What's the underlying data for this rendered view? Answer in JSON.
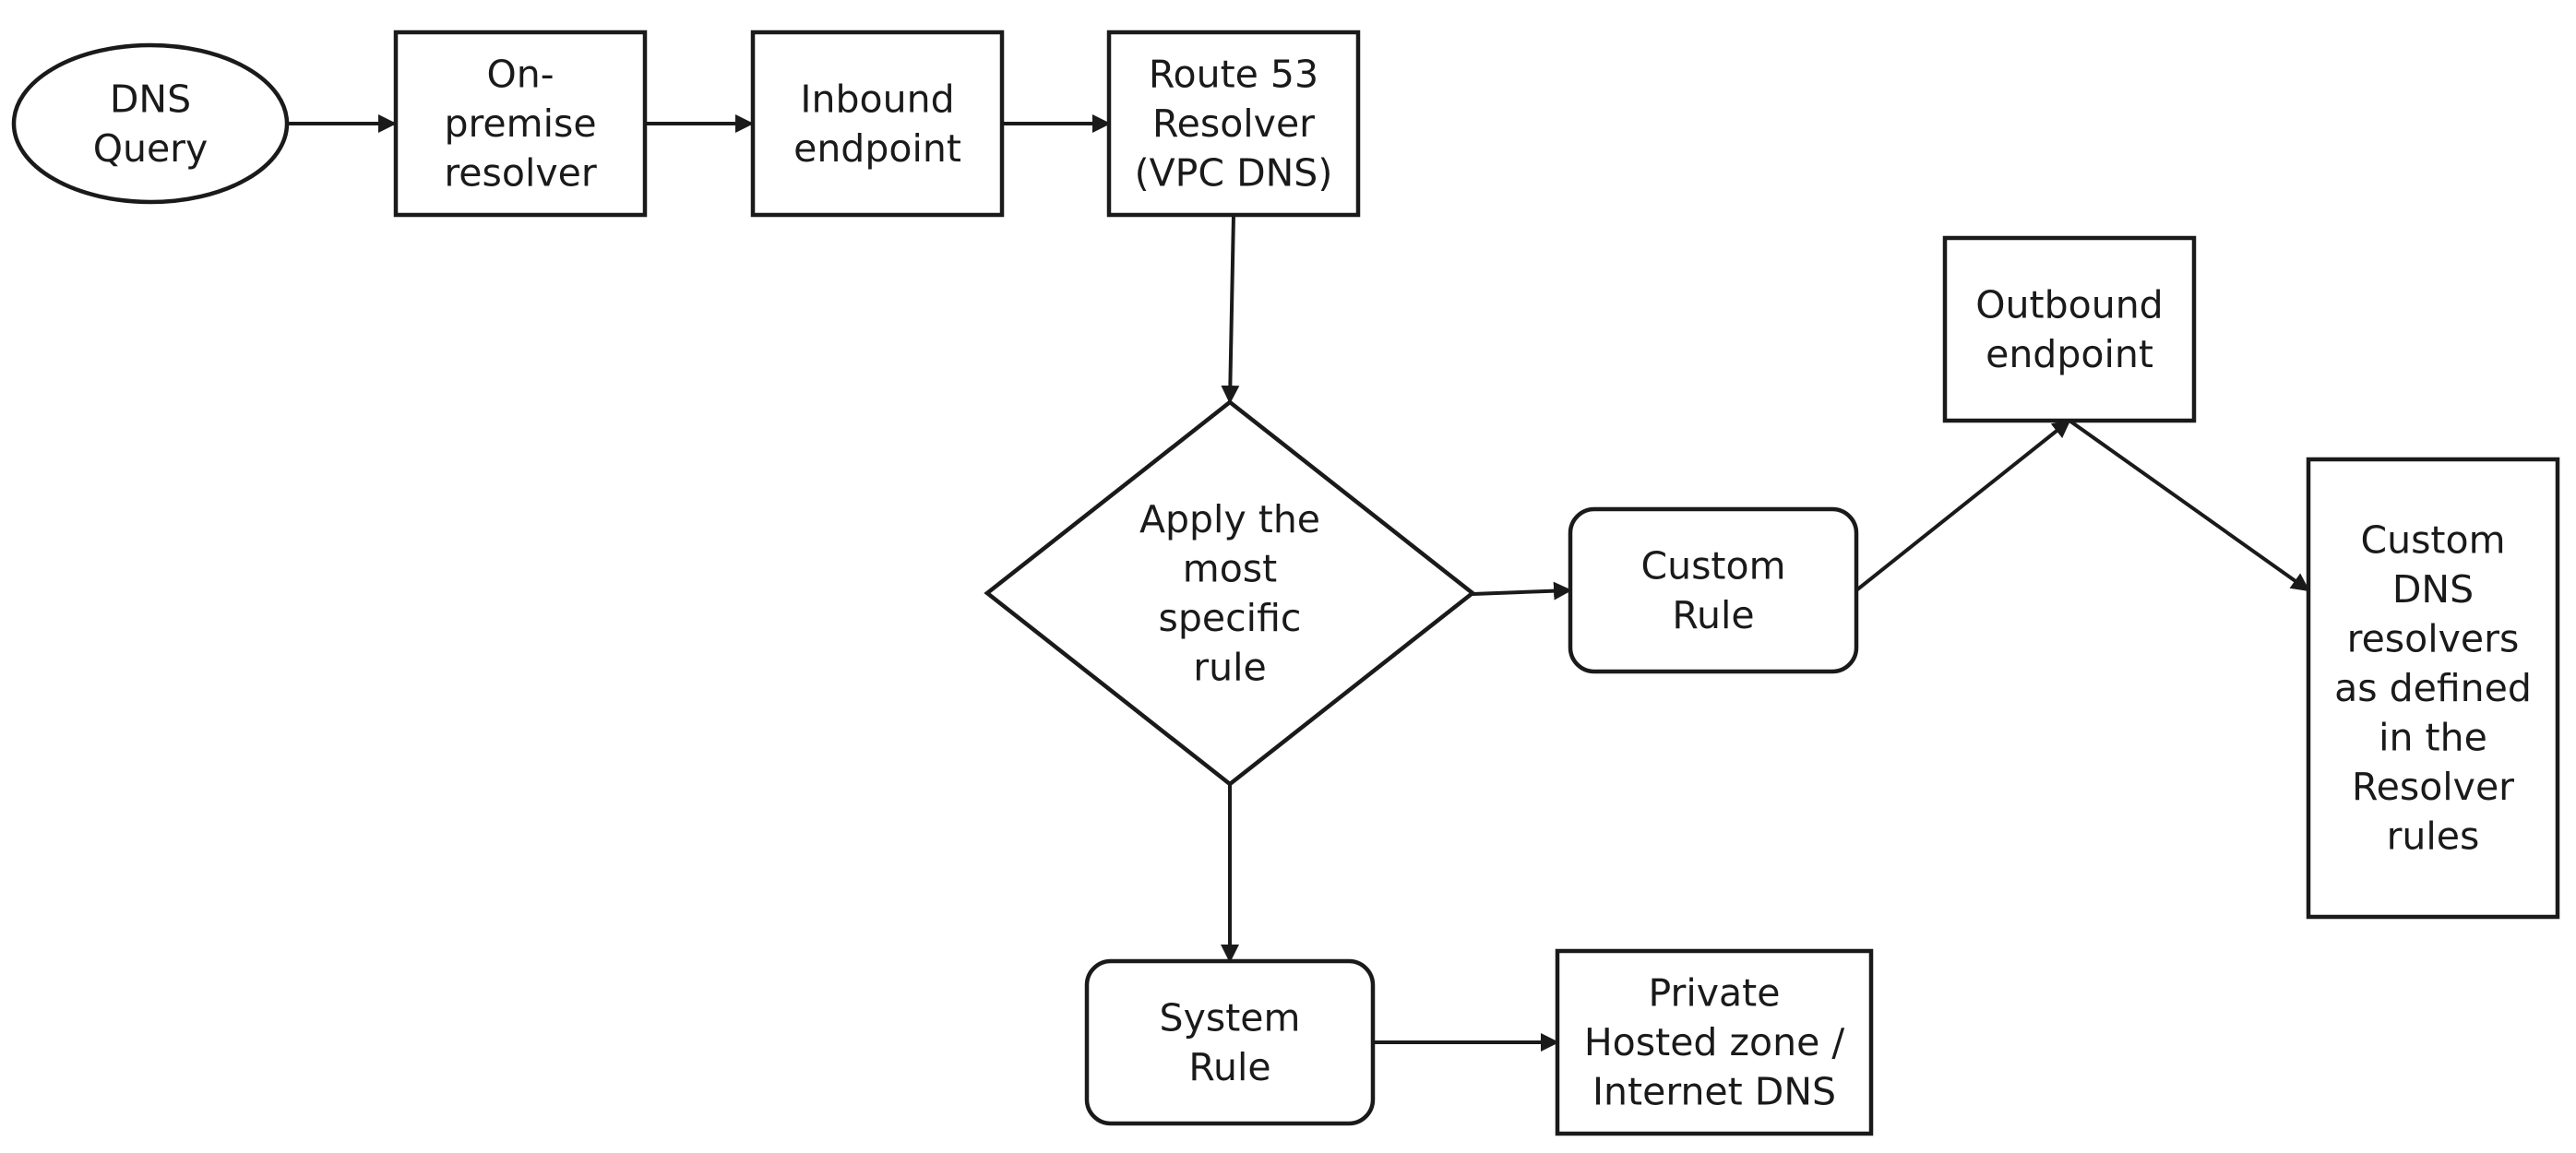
{
  "nodes": [
    {
      "id": "dns-query",
      "shape": "ellipse",
      "lines": [
        "DNS",
        "Query"
      ]
    },
    {
      "id": "on-premise-resolver",
      "shape": "rect",
      "lines": [
        "On-",
        "premise",
        "resolver"
      ]
    },
    {
      "id": "inbound-endpoint",
      "shape": "rect",
      "lines": [
        "Inbound",
        "endpoint"
      ]
    },
    {
      "id": "route53-resolver",
      "shape": "rect",
      "lines": [
        "Route 53",
        "Resolver",
        "(VPC DNS)"
      ]
    },
    {
      "id": "apply-rule",
      "shape": "diamond",
      "lines": [
        "Apply the",
        "most",
        "specific",
        "rule"
      ]
    },
    {
      "id": "custom-rule",
      "shape": "roundrect",
      "lines": [
        "Custom",
        "Rule"
      ]
    },
    {
      "id": "outbound-endpoint",
      "shape": "rect",
      "lines": [
        "Outbound",
        "endpoint"
      ]
    },
    {
      "id": "custom-dns-resolvers",
      "shape": "rect",
      "lines": [
        "Custom",
        "DNS",
        "resolvers",
        "as defined",
        "in the",
        "Resolver",
        "rules"
      ]
    },
    {
      "id": "system-rule",
      "shape": "roundrect",
      "lines": [
        "System",
        "Rule"
      ]
    },
    {
      "id": "private-hosted-zone",
      "shape": "rect",
      "lines": [
        "Private",
        "Hosted zone /",
        "Internet DNS"
      ]
    }
  ],
  "edges": [
    {
      "from": "dns-query",
      "to": "on-premise-resolver"
    },
    {
      "from": "on-premise-resolver",
      "to": "inbound-endpoint"
    },
    {
      "from": "inbound-endpoint",
      "to": "route53-resolver"
    },
    {
      "from": "route53-resolver",
      "to": "apply-rule"
    },
    {
      "from": "apply-rule",
      "to": "custom-rule"
    },
    {
      "from": "custom-rule",
      "to": "outbound-endpoint"
    },
    {
      "from": "outbound-endpoint",
      "to": "custom-dns-resolvers"
    },
    {
      "from": "apply-rule",
      "to": "system-rule"
    },
    {
      "from": "system-rule",
      "to": "private-hosted-zone"
    }
  ]
}
